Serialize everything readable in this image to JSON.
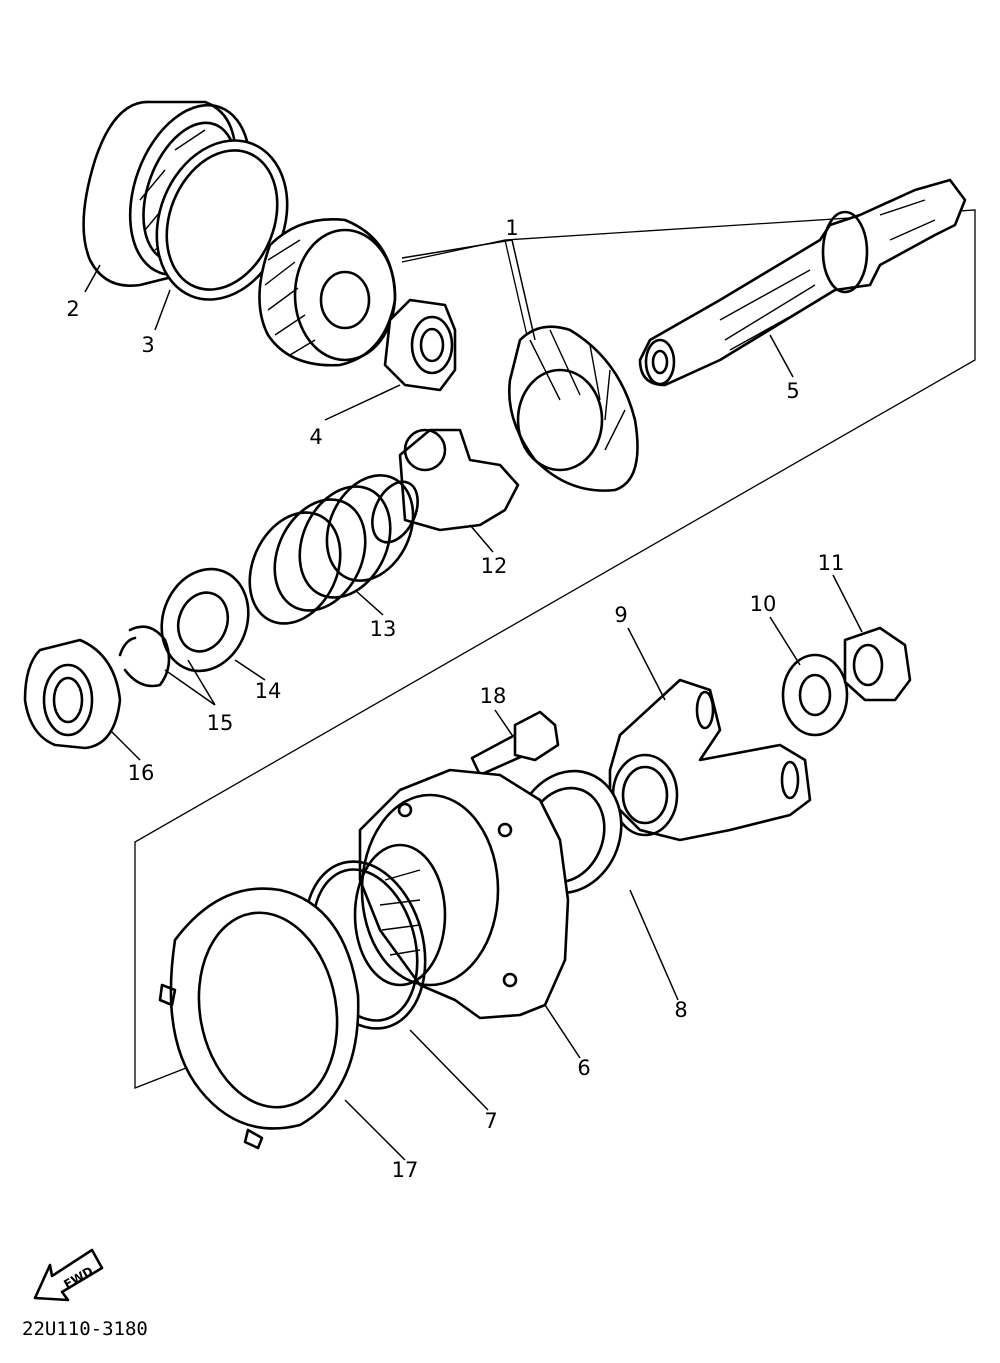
{
  "diagram": {
    "drawing_number": "22U110-3180",
    "fwd_label": "FWD",
    "callouts": [
      "1",
      "2",
      "3",
      "4",
      "5",
      "6",
      "7",
      "8",
      "9",
      "10",
      "11",
      "12",
      "13",
      "14",
      "15",
      "16",
      "17",
      "18"
    ]
  }
}
